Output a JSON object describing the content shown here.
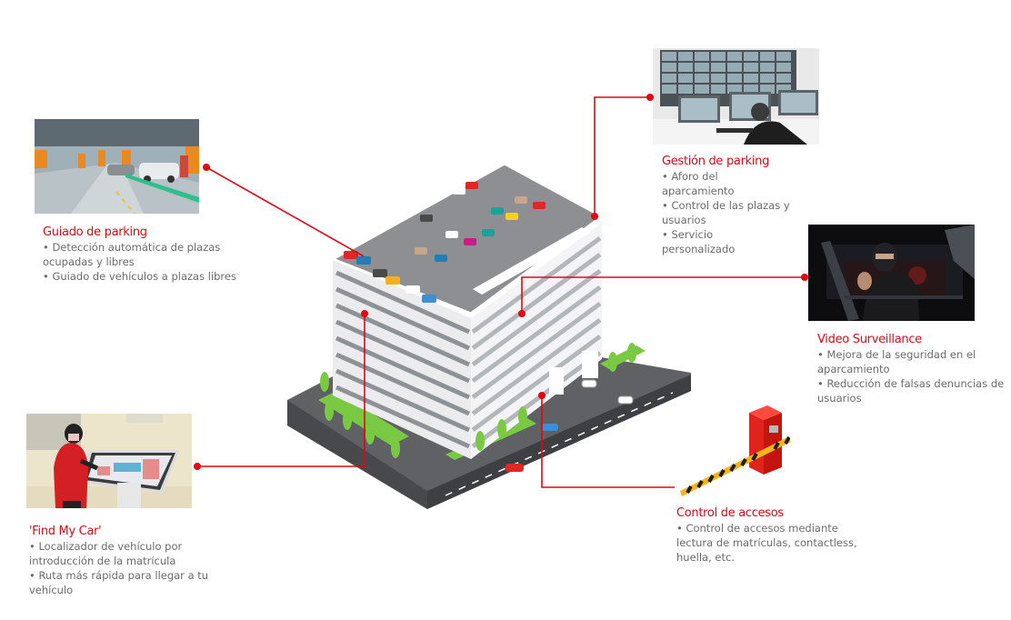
{
  "accent_color": "#e30613",
  "text_color": "#6b6b6b",
  "sections": {
    "guiado": {
      "title": "Guiado de parking",
      "bullets": [
        "Detección automática de plazas ocupadas y libres",
        "Guiado de vehículos a plazas libres"
      ],
      "image": "underground-parking-photo"
    },
    "gestion": {
      "title": "Gestión de parking",
      "bullets": [
        "Aforo del aparcamiento",
        "Control de las plazas y usuarios",
        "Servicio personalizado"
      ],
      "image": "control-room-monitors-photo"
    },
    "video": {
      "title": "Video Surveillance",
      "bullets": [
        "Mejora de la seguridad en el aparcamiento",
        "Reducción de falsas denuncias de usuarios"
      ],
      "image": "car-thief-photo"
    },
    "findmycar": {
      "title": "'Find My Car'",
      "bullets": [
        "Localizador de vehículo por introducción de la matrícula",
        "Ruta más rápida para llegar a tu vehículo"
      ],
      "image": "touchscreen-kiosk-photo"
    },
    "accesos": {
      "title": "Control de accesos",
      "bullets": [
        "Control de accesos mediante lectura de matrículas, contactless, huella, etc."
      ],
      "image": "barrier-gate-icon"
    }
  },
  "central_illustration": "isometric-parking-building"
}
